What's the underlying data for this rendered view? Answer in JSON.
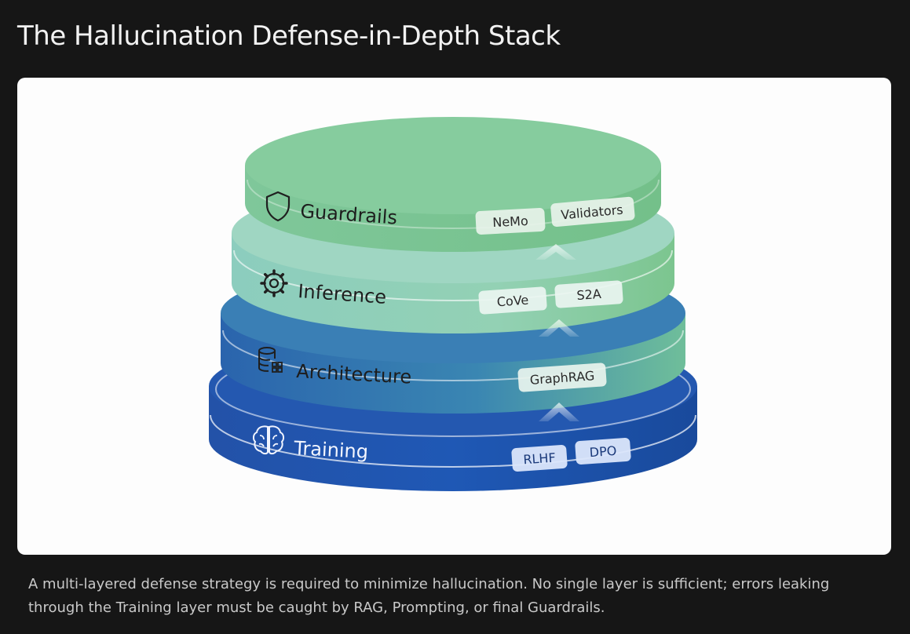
{
  "title": "The Hallucination Defense-in-Depth Stack",
  "caption": "A multi-layered defense strategy is required to minimize hallucination. No single layer is sufficient; errors leaking through the Training layer must be caught by RAG, Prompting, or final Guardrails.",
  "stack": {
    "layers": [
      {
        "id": "guardrails",
        "label": "Guardrails",
        "icon": "shield-icon",
        "color": "#7cc596",
        "tags": [
          "NeMo",
          "Validators"
        ]
      },
      {
        "id": "inference",
        "label": "Inference",
        "icon": "gear-icon",
        "color": "#8fcfb5",
        "tags": [
          "CoVe",
          "S2A"
        ]
      },
      {
        "id": "architecture",
        "label": "Architecture",
        "icon": "database-icon",
        "color": "#2f6fb0",
        "tags": [
          "GraphRAG"
        ]
      },
      {
        "id": "training",
        "label": "Training",
        "icon": "brain-icon",
        "color": "#1e55ad",
        "tags": [
          "RLHF",
          "DPO"
        ]
      }
    ]
  }
}
